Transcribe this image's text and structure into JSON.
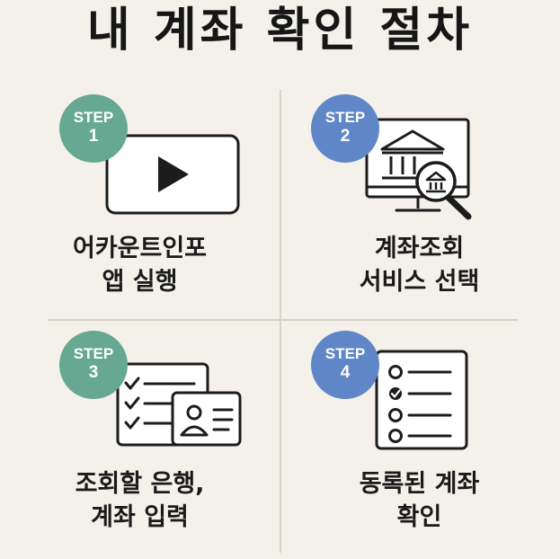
{
  "title": "내 계좌 확인 절차",
  "steps": [
    {
      "badge_word": "STEP",
      "badge_number": "1",
      "badge_color": "#67a893",
      "icon": "play-video-icon",
      "label_line1": "어카운트인포",
      "label_line2": "앱 실행"
    },
    {
      "badge_word": "STEP",
      "badge_number": "2",
      "badge_color": "#5f86c6",
      "icon": "bank-search-monitor-icon",
      "label_line1": "계좌조회",
      "label_line2": "서비스 선택"
    },
    {
      "badge_word": "STEP",
      "badge_number": "3",
      "badge_color": "#67a893",
      "icon": "checklist-id-card-icon",
      "label_line1": "조회할 은행,",
      "label_line2": "계좌 입력"
    },
    {
      "badge_word": "STEP",
      "badge_number": "4",
      "badge_color": "#5f86c6",
      "icon": "account-list-icon",
      "label_line1": "동록된 계좌",
      "label_line2": "확인"
    }
  ]
}
